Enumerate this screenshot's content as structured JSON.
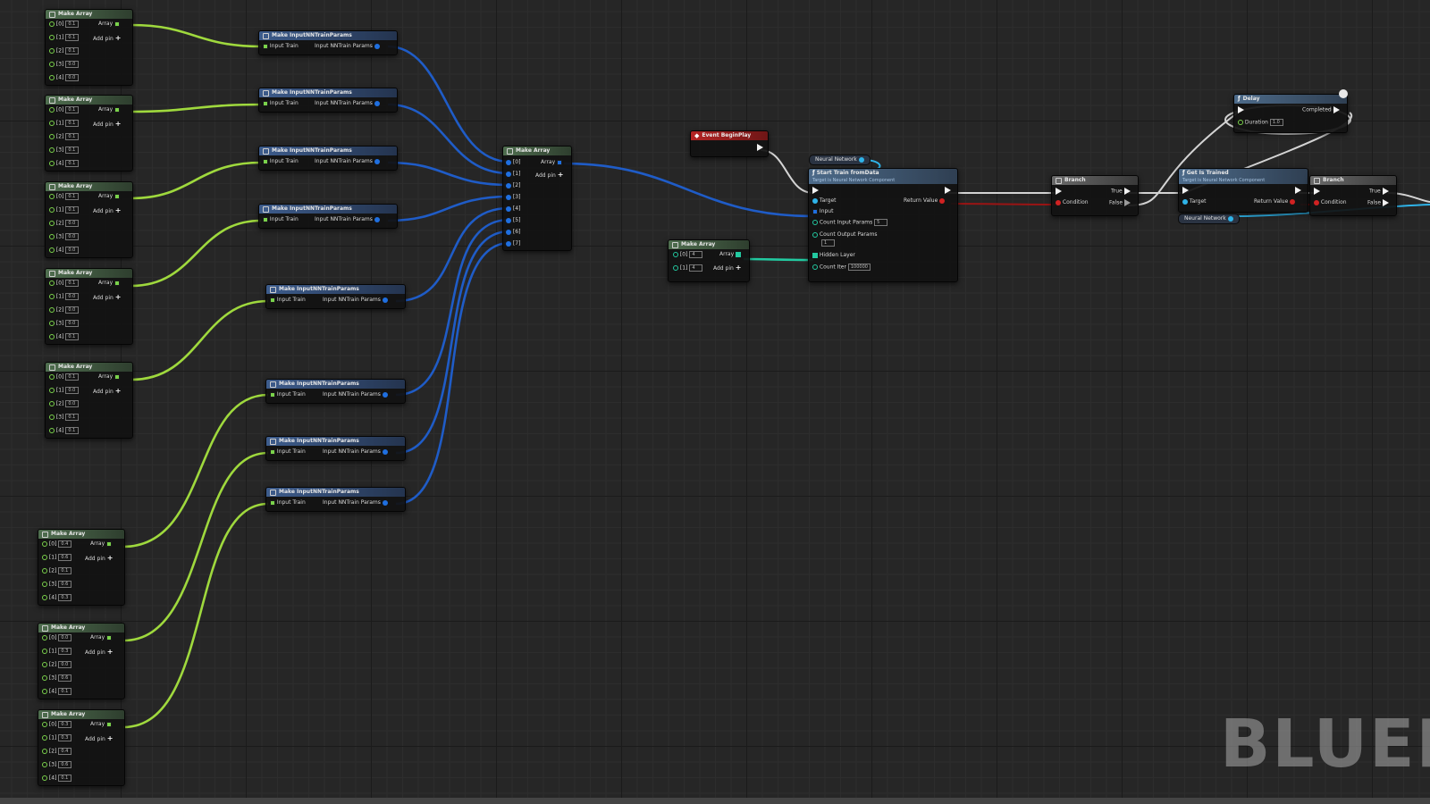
{
  "make_array_title": "Make Array",
  "nn_params_title": "Make InputNNTrainParams",
  "array_label": "Array",
  "add_pin_label": "Add pin",
  "input_train_label": "Input Train",
  "nn_params_out_label": "Input NNTrain Params",
  "make_arrays": [
    {
      "values": [
        "0.1",
        "0.1",
        "0.1",
        "0.0",
        "0.0"
      ]
    },
    {
      "values": [
        "0.1",
        "0.1",
        "0.1",
        "0.1",
        "0.1"
      ]
    },
    {
      "values": [
        "0.1",
        "0.1",
        "0.0",
        "0.0",
        "0.0"
      ]
    },
    {
      "values": [
        "0.1",
        "0.0",
        "0.0",
        "0.0",
        "0.1"
      ]
    },
    {
      "values": [
        "0.1",
        "0.0",
        "0.0",
        "0.1",
        "0.1"
      ]
    },
    {
      "values": [
        "0.4",
        "0.6",
        "0.1",
        "0.6",
        "0.3"
      ]
    },
    {
      "values": [
        "0.0",
        "0.3",
        "0.0",
        "0.6",
        "0.1"
      ]
    },
    {
      "values": [
        "0.3",
        "0.3",
        "0.4",
        "0.6",
        "0.1"
      ]
    }
  ],
  "mid_array": {
    "pins": [
      "[0]",
      "[1]",
      "[2]",
      "[3]",
      "[4]",
      "[5]",
      "[6]",
      "[7]"
    ]
  },
  "small_array": {
    "values": [
      "4",
      "4"
    ]
  },
  "event_begin_play": "Event BeginPlay",
  "neural_network_var": "Neural Network",
  "start_train": {
    "title": "Start Train fromData",
    "subtitle": "Target is Neural Network Component",
    "target": "Target",
    "return_value": "Return Value",
    "input": "Input",
    "count_input": "Count Input Params",
    "count_input_val": "5",
    "count_output": "Count Output Params",
    "count_output_val": "1",
    "hidden_layer": "Hidden Layer",
    "count_iter": "Count Iter",
    "count_iter_val": "100000"
  },
  "branch_title": "Branch",
  "true_label": "True",
  "false_label": "False",
  "condition_label": "Condition",
  "is_trained": {
    "title": "Get Is Trained",
    "subtitle": "Target is Neural Network Component",
    "target": "Target",
    "return_value": "Return Value"
  },
  "delay": {
    "title": "Delay",
    "duration": "Duration",
    "duration_val": "1.0",
    "completed": "Completed"
  },
  "watermark": "BLUEP",
  "colors": {
    "float_wire": "#a6e33f",
    "struct_wire": "#1f5fd0",
    "exec_wire": "#cfcfcf",
    "bool_wire": "#9a1414",
    "int_wire": "#22c9a0",
    "obj_wire": "#2fb3e8"
  }
}
